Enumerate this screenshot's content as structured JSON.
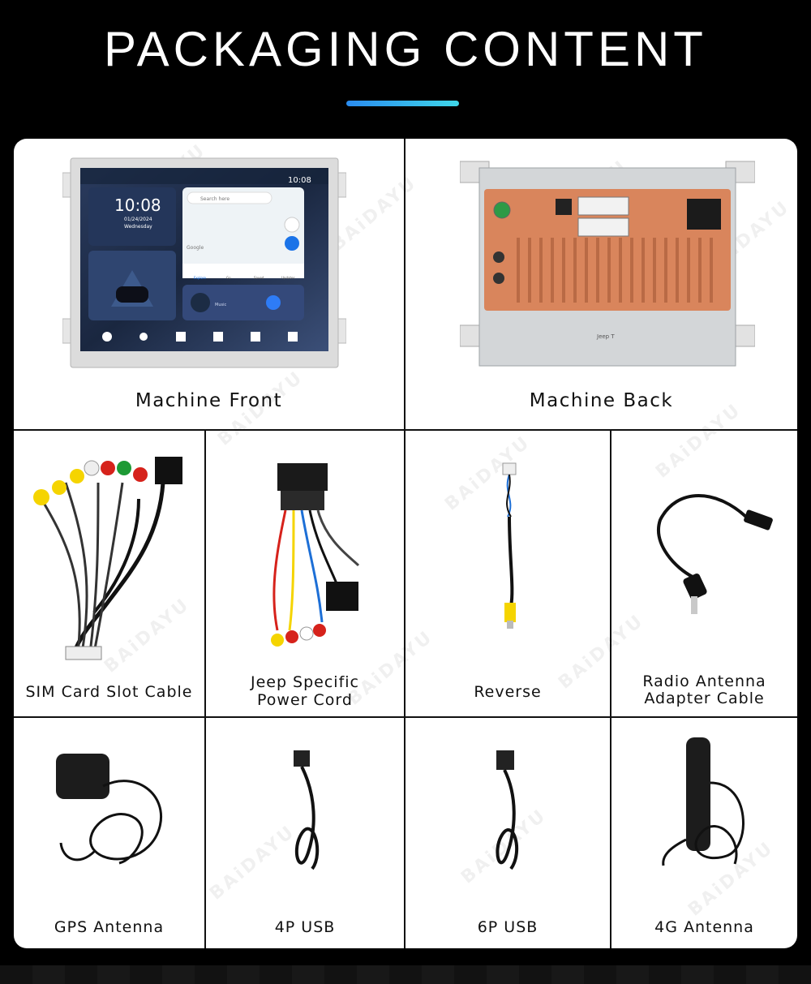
{
  "header": {
    "title": "PACKAGING CONTENT"
  },
  "watermark": "BAiDAYU",
  "screen": {
    "clock": "10:08",
    "status_time": "10:08",
    "date": "01/24/2024",
    "day": "Wednesday",
    "search_placeholder": "Search here",
    "google_label": "Google",
    "nav_labels": [
      "Explore",
      "Go",
      "Saved",
      "Updates"
    ],
    "music_label": "Music"
  },
  "back_label_sticker": "Jeep T",
  "items": {
    "machine_front": "Machine Front",
    "machine_back": "Machine Back",
    "sim_cable": "SIM Card Slot Cable",
    "jeep_power_line1": "Jeep Specific",
    "jeep_power_line2": "Power Cord",
    "reverse": "Reverse",
    "radio_line1": "Radio Antenna",
    "radio_line2": "Adapter Cable",
    "gps": "GPS Antenna",
    "usb4p": "4P USB",
    "usb6p": "6P USB",
    "antenna4g": "4G Antenna"
  },
  "colors": {
    "accent_start": "#2a8cf0",
    "accent_end": "#3fd6e8",
    "background": "#000000",
    "panel": "#ffffff",
    "copper": "#d9855c"
  }
}
